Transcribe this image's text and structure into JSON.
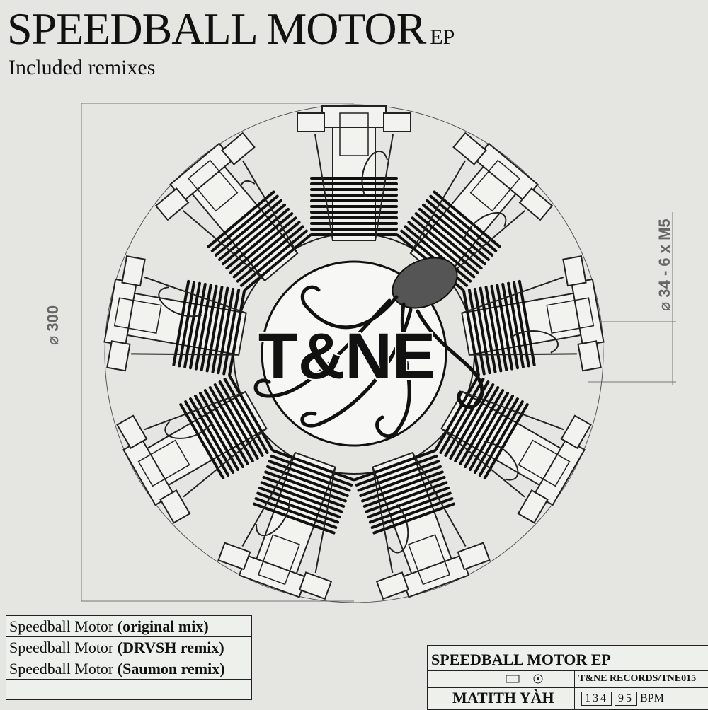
{
  "header": {
    "title": "SPEEDBALL MOTOR",
    "title_suffix": "EP",
    "subtitle": "Included remixes"
  },
  "drawing": {
    "dimension_outer": "⌀ 300",
    "dimension_bolts": "⌀ 34 - 6 x M5",
    "logo_text": "T&NE",
    "cylinder_count": 9
  },
  "tracklist": [
    {
      "name": "Speedball Motor",
      "version": "(original mix)"
    },
    {
      "name": "Speedball Motor",
      "version": "(DRVSH remix)"
    },
    {
      "name": "Speedball Motor",
      "version": "(Saumon remix)"
    }
  ],
  "cartouche": {
    "title": "SPEEDBALL MOTOR EP",
    "label": "T&NE RECORDS/TNE015",
    "artist": "MATITH YÀH",
    "bpm_value": "134",
    "bpm_decimal": "95",
    "bpm_unit": "BPM"
  },
  "colors": {
    "background": "#e5e6e2",
    "ink": "#111111",
    "dimension": "#666666"
  }
}
